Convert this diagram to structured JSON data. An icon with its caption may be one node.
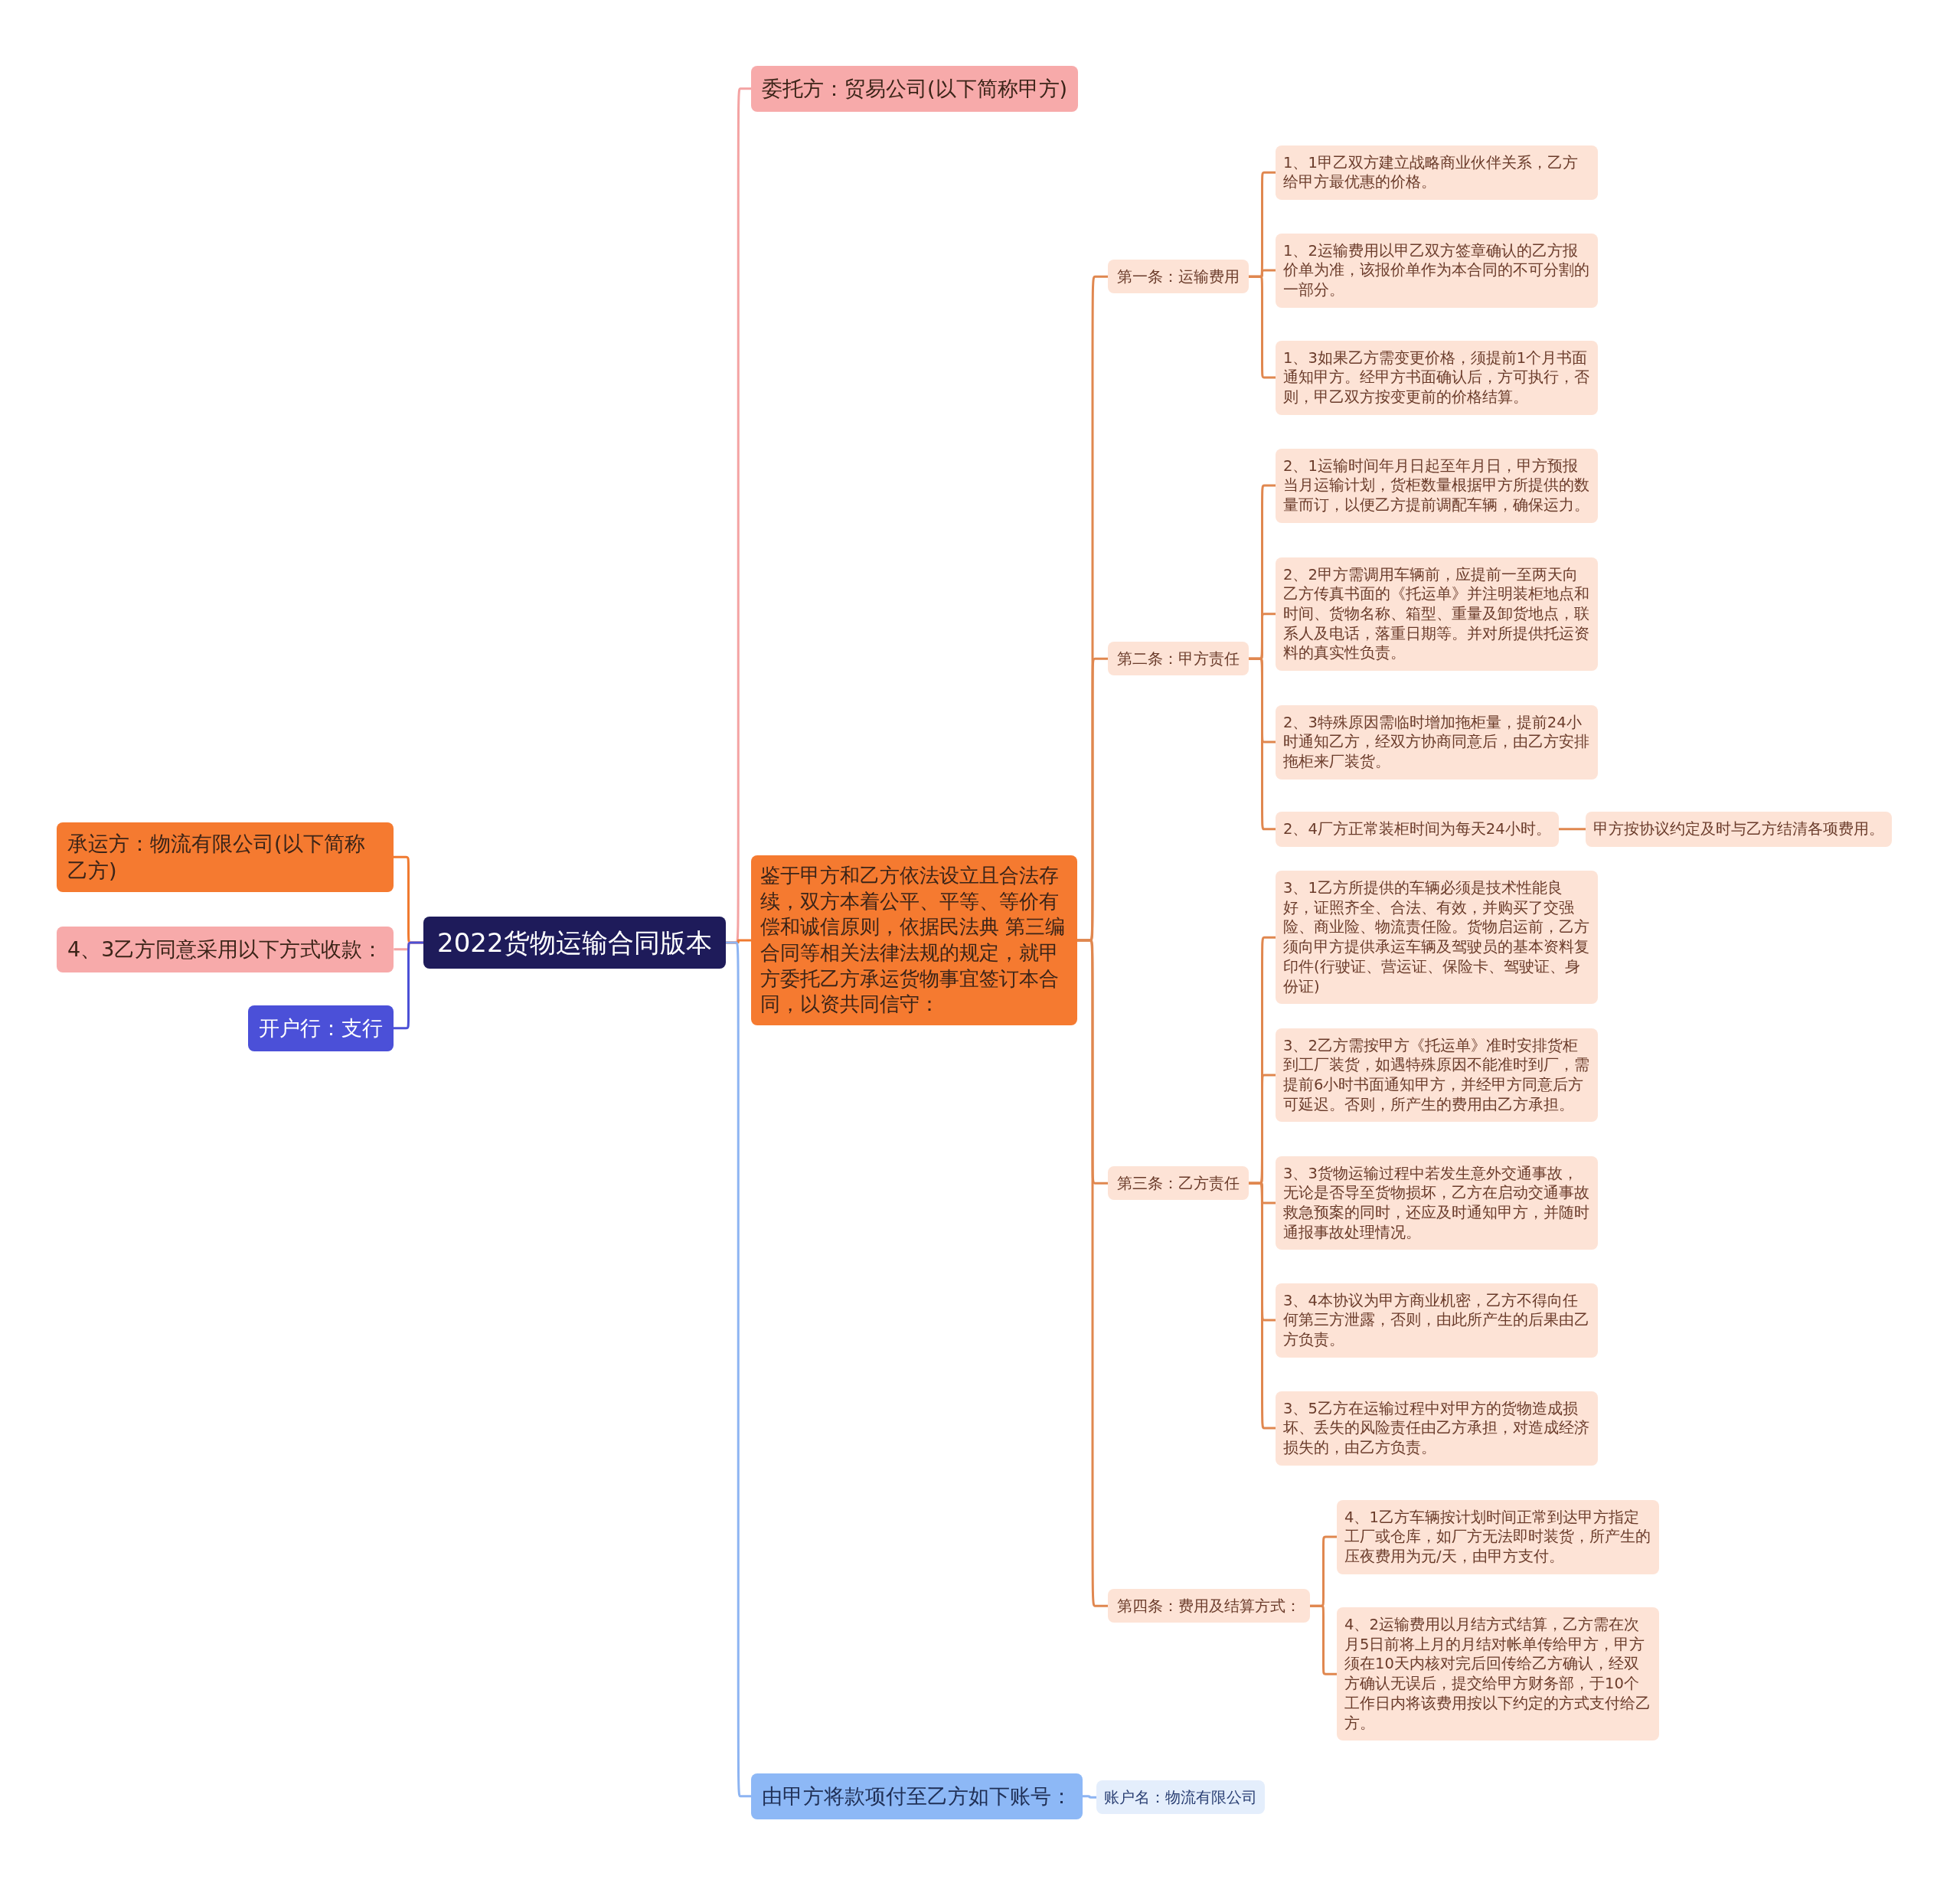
{
  "diagram": {
    "nodes": [
      {
        "text": [
          "2022货物运输合同版本"
        ]
      },
      {
        "text": [
          "承运方：物流有限公司(以下简称乙方)"
        ]
      },
      {
        "text": [
          "4、3乙方同意采用以下方式收款："
        ]
      },
      {
        "text": [
          "开户行：支行"
        ]
      },
      {
        "text": [
          "委托方：贸易公司(以下简称甲方)"
        ]
      },
      {
        "text": [
          "鉴于甲方和乙方依法设立且合法存续，双方本着公平、平等、等价有偿和诚信原则，依据民法典 第三编合同等相关法律法规的规定，就甲方委托乙方承运货物事宜签订本合同，以资共同信守："
        ]
      },
      {
        "text": [
          "第一条：运输费用"
        ]
      },
      {
        "text": [
          "1、1甲乙双方建立战略商业伙伴关系，乙方给甲方最优惠的价格。"
        ]
      },
      {
        "text": [
          "1、2运输费用以甲乙双方签章确认的乙方报价单为准，该报价单作为本合同的不可分割的一部分。"
        ]
      },
      {
        "text": [
          "1、3如果乙方需变更价格，须提前1个月书面通知甲方。经甲方书面确认后，方可执行，否则，甲乙双方按变更前的价格结算。"
        ]
      },
      {
        "text": [
          "第二条：甲方责任"
        ]
      },
      {
        "text": [
          "2、1运输时间年月日起至年月日，甲方预报当月运输计划，货柜数量根据甲方所提供的数量而订，以便乙方提前调配车辆，确保运力。"
        ]
      },
      {
        "text": [
          "2、2甲方需调用车辆前，应提前一至两天向乙方传真书面的《托运单》并注明装柜地点和时间、货物名称、箱型、重量及卸货地点，联系人及电话，落重日期等。并对所提供托运资料的真实性负责。"
        ]
      },
      {
        "text": [
          "2、3特殊原因需临时增加拖柜量，提前24小时通知乙方，经双方协商同意后，由乙方安排拖柜来厂装货。"
        ]
      },
      {
        "text": [
          "2、4厂方正常装柜时间为每天24小时。"
        ]
      },
      {
        "text": [
          "甲方按协议约定及时与乙方结清各项费用。"
        ]
      },
      {
        "text": [
          "第三条：乙方责任"
        ]
      },
      {
        "text": [
          "3、1乙方所提供的车辆必须是技术性能良好，证照齐全、合法、有效，并购买了交强险、商业险、物流责任险。货物启运前，乙方须向甲方提供承运车辆及驾驶员的基本资料复印件(行驶证、营运证、保险卡、驾驶证、身份证)"
        ]
      },
      {
        "text": [
          "3、2乙方需按甲方《托运单》准时安排货柜到工厂装货，如遇特殊原因不能准时到厂，需提前6小时书面通知甲方，并经甲方同意后方可延迟。否则，所产生的费用由乙方承担。"
        ]
      },
      {
        "text": [
          "3、3货物运输过程中若发生意外交通事故，无论是否导至货物损坏，乙方在启动交通事故救急预案的同时，还应及时通知甲方，并随时通报事故处理情况。"
        ]
      },
      {
        "text": [
          "3、4本协议为甲方商业机密，乙方不得向任何第三方泄露，否则，由此所产生的后果由乙方负责。"
        ]
      },
      {
        "text": [
          "3、5乙方在运输过程中对甲方的货物造成损坏、丢失的风险责任由乙方承担，对造成经济损失的，由乙方负责。"
        ]
      },
      {
        "text": [
          "第四条：费用及结算方式："
        ]
      },
      {
        "text": [
          "4、1乙方车辆按计划时间正常到达甲方指定工厂或仓库，如厂方无法即时装货，所产生的压夜费用为元/天，由甲方支付。"
        ]
      },
      {
        "text": [
          "4、2运输费用以月结方式结算，乙方需在次月5日前将上月的月结对帐单传给甲方，甲方须在10天内核对完后回传给乙方确认，经双方确认无误后，提交给甲方财务部，于10个工作日内将该费用按以下约定的方式支付给乙方。"
        ]
      },
      {
        "text": [
          "由甲方将款项付至乙方如下账号："
        ]
      },
      {
        "text": [
          "账户名：物流有限公司"
        ]
      }
    ],
    "edges": [
      {
        "from": 0,
        "to": 1,
        "arrow": "none",
        "color": "#f07a30"
      },
      {
        "from": 0,
        "to": 2,
        "arrow": "none",
        "color": "#f4a3a3"
      },
      {
        "from": 0,
        "to": 3,
        "arrow": "none",
        "color": "#4b50d6"
      },
      {
        "from": 0,
        "to": 4,
        "arrow": "none",
        "color": "#f4a3a3"
      },
      {
        "from": 0,
        "to": 5,
        "arrow": "none",
        "color": "#f07a30"
      },
      {
        "from": 0,
        "to": 25,
        "arrow": "none",
        "color": "#8db4f2"
      },
      {
        "from": 5,
        "to": 6,
        "arrow": "none"
      },
      {
        "from": 5,
        "to": 10,
        "arrow": "none"
      },
      {
        "from": 5,
        "to": 16,
        "arrow": "none"
      },
      {
        "from": 5,
        "to": 22,
        "arrow": "none"
      },
      {
        "from": 6,
        "to": 7,
        "arrow": "none"
      },
      {
        "from": 6,
        "to": 8,
        "arrow": "none"
      },
      {
        "from": 6,
        "to": 9,
        "arrow": "none"
      },
      {
        "from": 10,
        "to": 11,
        "arrow": "none"
      },
      {
        "from": 10,
        "to": 12,
        "arrow": "none"
      },
      {
        "from": 10,
        "to": 13,
        "arrow": "none"
      },
      {
        "from": 10,
        "to": 14,
        "arrow": "none"
      },
      {
        "from": 14,
        "to": 15,
        "arrow": "none"
      },
      {
        "from": 16,
        "to": 17,
        "arrow": "none"
      },
      {
        "from": 16,
        "to": 18,
        "arrow": "none"
      },
      {
        "from": 16,
        "to": 19,
        "arrow": "none"
      },
      {
        "from": 16,
        "to": 20,
        "arrow": "none"
      },
      {
        "from": 16,
        "to": 21,
        "arrow": "none"
      },
      {
        "from": 22,
        "to": 23,
        "arrow": "none"
      },
      {
        "from": 22,
        "to": 24,
        "arrow": "none"
      },
      {
        "from": 25,
        "to": 26,
        "arrow": "none",
        "color": "#8db4f2"
      }
    ]
  }
}
